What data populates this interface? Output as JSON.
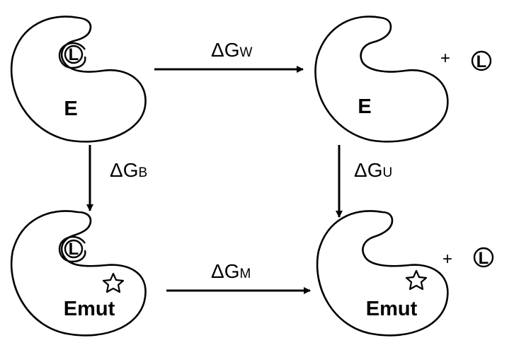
{
  "enzymes": {
    "top_left": "E",
    "top_right": "E",
    "bottom_left": "Emut",
    "bottom_right": "Emut"
  },
  "ligand_symbol": "L",
  "plus_sign": "+",
  "delta_symbol": "ΔG",
  "arrows": {
    "top": {
      "subscript": "W"
    },
    "left": {
      "subscript": "B"
    },
    "right": {
      "subscript": "U"
    },
    "bottom": {
      "subscript": "M"
    }
  }
}
